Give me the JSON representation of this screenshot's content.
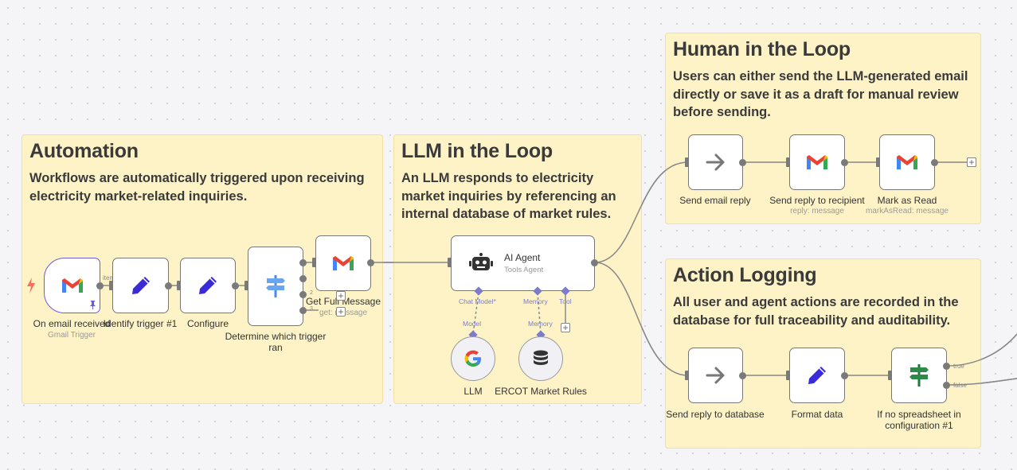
{
  "stickies": {
    "automation": {
      "title": "Automation",
      "body": "Workflows are automatically triggered upon receiving electricity market-related inquiries."
    },
    "llm": {
      "title": "LLM in the Loop",
      "body": "An LLM responds to electricity market inquiries by referencing an internal database of market rules."
    },
    "human": {
      "title": "Human in the Loop",
      "body": "Users can either send the LLM-generated email directly or save it as a draft for manual review before sending."
    },
    "logging": {
      "title": "Action Logging",
      "body": "All user and agent actions are recorded in the database for full traceability and auditability."
    }
  },
  "nodes": {
    "on_email": {
      "label": "On email received",
      "sub": "Gmail Trigger",
      "icon": "gmail-icon"
    },
    "identify": {
      "label": "Identify trigger #1",
      "icon": "pencil-icon"
    },
    "configure": {
      "label": "Configure",
      "icon": "pencil-icon"
    },
    "determine": {
      "label": "Determine which trigger ran",
      "icon": "signpost-icon"
    },
    "get_full": {
      "label": "Get Full Message",
      "sub": "get: message",
      "icon": "gmail-icon"
    },
    "ai_agent": {
      "title": "AI Agent",
      "sub": "Tools Agent",
      "icon": "robot-icon"
    },
    "llm": {
      "label": "LLM",
      "icon": "google-icon"
    },
    "ercot": {
      "label": "ERCOT Market Rules",
      "icon": "database-icon"
    },
    "send_email_reply": {
      "label": "Send email reply",
      "icon": "arrow-right-icon"
    },
    "send_reply_recipient": {
      "label": "Send reply to recipient",
      "sub": "reply: message",
      "icon": "gmail-icon"
    },
    "mark_read": {
      "label": "Mark as Read",
      "sub": "markAsRead: message",
      "icon": "gmail-icon"
    },
    "send_reply_db": {
      "label": "Send reply to database",
      "icon": "arrow-right-icon"
    },
    "format_data": {
      "label": "Format data",
      "icon": "pencil-icon"
    },
    "if_no_sheet": {
      "label": "If no spreadsheet in configuration #1",
      "icon": "signpost-icon"
    }
  },
  "ports": {
    "item": "item",
    "chat_model": "Chat Model*",
    "memory": "Memory",
    "tool": "Tool",
    "model": "Model",
    "memory2": "Memory",
    "true": "true",
    "false": "false",
    "switch_out_2": "2",
    "switch_out_3": "3"
  },
  "colors": {
    "sticky": "#fef3c7",
    "accent": "#ff6d5a",
    "pencil": "#3a2bd6",
    "port_diamond": "#7c7cc8"
  }
}
